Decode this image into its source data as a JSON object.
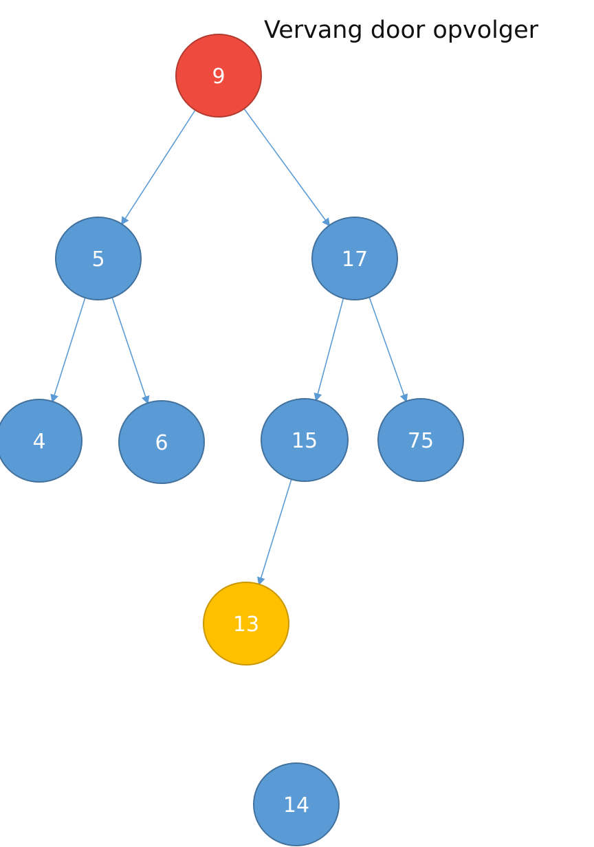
{
  "caption": "Vervang door opvolger",
  "colors": {
    "default_node": "#5B9BD5",
    "default_stroke": "#41719C",
    "highlight_delete": "#EE4B3E",
    "highlight_delete_stroke": "#B23A2F",
    "highlight_successor": "#FFC000",
    "highlight_successor_stroke": "#C99700",
    "edge": "#5B9BD5",
    "label": "#FFFFFF"
  },
  "nodes": [
    {
      "id": "n9",
      "label": "9",
      "state": "delete"
    },
    {
      "id": "n5",
      "label": "5",
      "state": "default"
    },
    {
      "id": "n17",
      "label": "17",
      "state": "default"
    },
    {
      "id": "n4",
      "label": "4",
      "state": "default"
    },
    {
      "id": "n6",
      "label": "6",
      "state": "default"
    },
    {
      "id": "n15",
      "label": "15",
      "state": "default"
    },
    {
      "id": "n75",
      "label": "75",
      "state": "default"
    },
    {
      "id": "n13",
      "label": "13",
      "state": "successor"
    },
    {
      "id": "n14",
      "label": "14",
      "state": "default"
    }
  ],
  "edges": [
    {
      "from": "n9",
      "to": "n5"
    },
    {
      "from": "n9",
      "to": "n17"
    },
    {
      "from": "n5",
      "to": "n4"
    },
    {
      "from": "n5",
      "to": "n6"
    },
    {
      "from": "n17",
      "to": "n15"
    },
    {
      "from": "n17",
      "to": "n75"
    },
    {
      "from": "n15",
      "to": "n13"
    }
  ]
}
